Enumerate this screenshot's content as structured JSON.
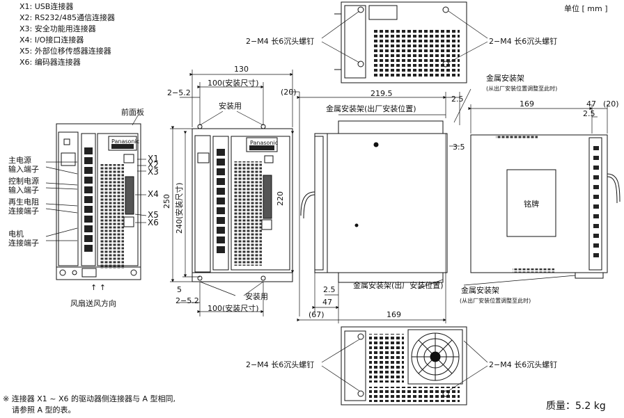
{
  "unit_label": "单位 [ mm ]",
  "connectors": [
    "X1: USB连接器",
    "X2: RS232/485通信连接器",
    "X3: 安全功能用连接器",
    "X4: I/O接口连接器",
    "X5: 外部位移传感器连接器",
    "X6: 编码器连接器"
  ],
  "front_view": {
    "front_panel": "前面板",
    "main_power": [
      "主电源",
      "输入端子"
    ],
    "control_power": [
      "控制电源",
      "输入端子"
    ],
    "regen_resistor": [
      "再生电阻",
      "连接端子"
    ],
    "motor": [
      "电机",
      "连接端子"
    ],
    "fan_direction": "风扇送风方向",
    "fan_arrows": "↑ ↑",
    "connector_labels": [
      "X1",
      "X2",
      "X3",
      "X4",
      "X5",
      "X6"
    ],
    "brand": "Panasonic"
  },
  "dim_view": {
    "w130": "130",
    "w100_top": "100(安装尺寸)",
    "hole_top": "2−5.2",
    "mount_top": "安装用",
    "h250": "250",
    "h240": "240(安装尺寸)",
    "h5": "5",
    "hole_bottom": "2−5.2",
    "mount_bottom": "安装用",
    "w100_bottom": "100(安装尺寸)"
  },
  "side_view": {
    "top_ref": "(20)",
    "d219": "219.5",
    "d25_top": "2.5",
    "bracket_label": "金属安装架(出厂安装位置)",
    "d35": "3.5",
    "h220": "220",
    "d25_bottom": "2.5",
    "bracket_label_bottom": "金属安装架(出厂安装位置)",
    "d47": "47",
    "d67": "(67)",
    "d169": "169"
  },
  "right_view": {
    "bracket_title": "金属安装架",
    "bracket_note": "(从出厂安装位置调整至此时)",
    "d169": "169",
    "d47": "47",
    "d20": "(20)",
    "d25": "2.5",
    "nameplate": "铭牌",
    "bracket_bottom": "金属安装架",
    "bracket_note_bottom": "(从出厂安装位置调整至此时)"
  },
  "screws": {
    "top_left": "2−M4 长6沉头螺钉",
    "top_right": "2−M4 长6沉头螺钉",
    "bottom_left": "2−M4 长6沉头螺钉",
    "bottom_right": "2−M4 长6沉头螺钉"
  },
  "footnote": [
    "※ 连接器 X1 ~ X6 的驱动器侧连接器与 A 型相同,",
    "请参照 A 型的表。"
  ],
  "mass": "质量：5.2 kg"
}
